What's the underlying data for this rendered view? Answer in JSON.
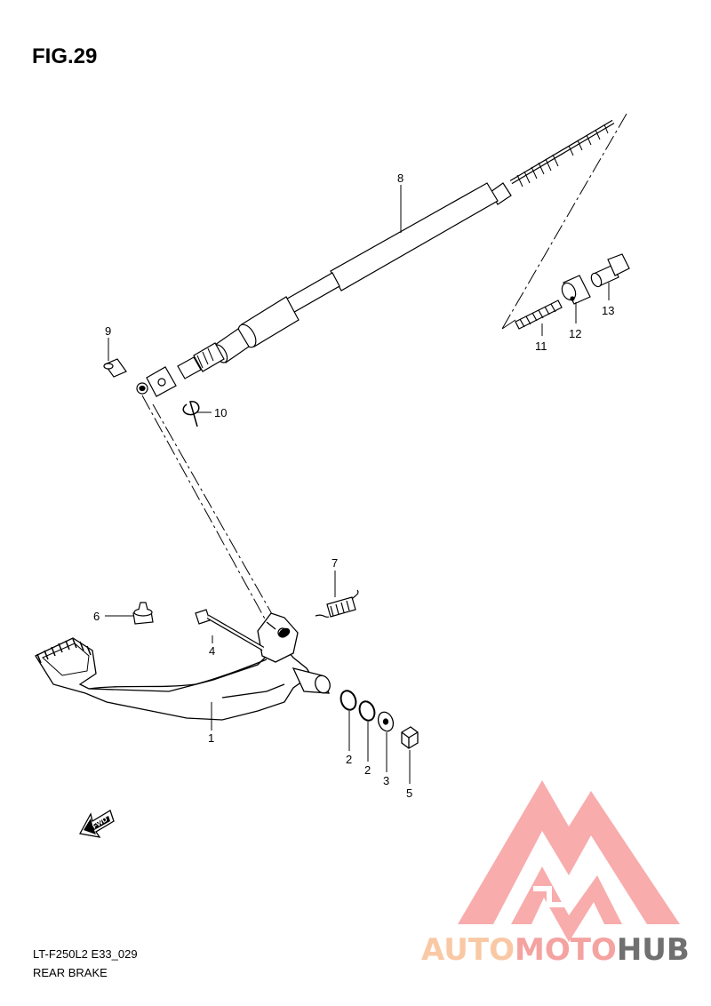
{
  "diagram": {
    "title": "FIG.29",
    "footer_code": "LT-F250L2 E33_029",
    "footer_name": "REAR BRAKE",
    "direction_label": "FWD",
    "callouts": [
      "1",
      "2",
      "2",
      "3",
      "4",
      "5",
      "6",
      "7",
      "8",
      "9",
      "10",
      "11",
      "12",
      "13"
    ]
  },
  "watermark": {
    "brand_part1": "AUTO",
    "brand_part2": "MOTO",
    "brand_part3": "HUB",
    "color_part1": "#f9c9a6",
    "color_part2": "#f4a3a1",
    "color_part3": "#707070",
    "logo_color": "#f8a4a4"
  }
}
